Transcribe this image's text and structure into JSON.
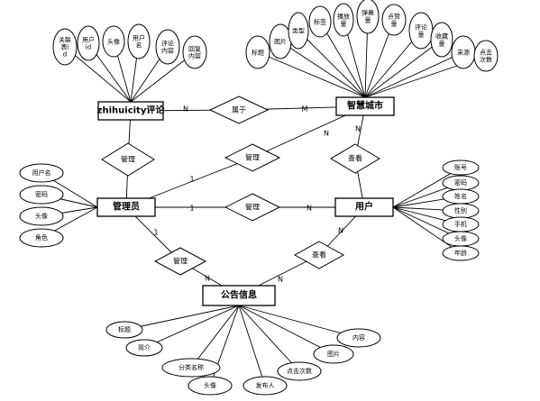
{
  "entities": {
    "comment": "zhihuicity评论",
    "city": "智慧城市",
    "admin": "管理员",
    "user": "用户",
    "notice": "公告信息"
  },
  "relationships": {
    "belongs": "属于",
    "manage_comment": "管理",
    "manage_city": "管理",
    "manage_user": "管理",
    "manage_notice": "管理",
    "view_city": "查看",
    "view_notice": "查看"
  },
  "cardinalities": {
    "comment_belongs": "N",
    "city_belongs": "M",
    "city_view": "N",
    "admin_user": "1",
    "user_admin": "N",
    "admin_city": "1",
    "city_admin": "N",
    "admin_notice": "1",
    "notice_admin": "N",
    "user_notice": "N",
    "notice_user": "N"
  },
  "attributes": {
    "comment": [
      "关联表id",
      "用户id",
      "头像",
      "用户名",
      "评论内容",
      "回复内容"
    ],
    "city": [
      "标题",
      "图片",
      "类型",
      "标签",
      "播放量",
      "弹幕量",
      "点赞量",
      "评论量",
      "收藏量",
      "来源",
      "点击次数"
    ],
    "admin": [
      "用户名",
      "密码",
      "头像",
      "角色"
    ],
    "user": [
      "账号",
      "密码",
      "姓名",
      "性别",
      "手机",
      "头像",
      "年龄"
    ],
    "notice": [
      "标题",
      "简介",
      "分类名称",
      "头像",
      "发布人",
      "点击次数",
      "图片",
      "内容"
    ]
  }
}
